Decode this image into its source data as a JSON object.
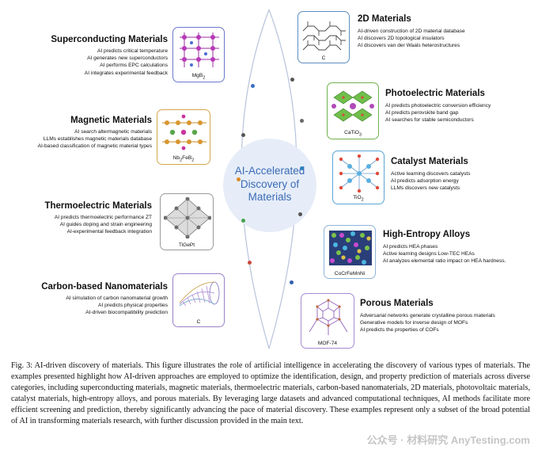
{
  "center": {
    "line1": "AI-Accelerated",
    "line2": "Discovery of",
    "line3": "Materials"
  },
  "left": [
    {
      "title": "Superconducting Materials",
      "bullets": [
        "AI predicts critical temperature",
        "AI generates new superconductors",
        "AI performs EPC calculations",
        "AI integrates experimental feedback"
      ],
      "label": "MgB",
      "sub": "2",
      "color": "#6b78c9"
    },
    {
      "title": "Magnetic Materials",
      "bullets": [
        "AI search altermagnetic materials",
        "LLMs establishes magnetic materials database",
        "AI-based classification of magnetic material types"
      ],
      "label": "Nb",
      "sub": "2",
      "label2": "FeB",
      "sub2": "2",
      "color": "#d4a84a"
    },
    {
      "title": "Thermoelectric Materials",
      "bullets": [
        "AI predicts thermoelectric performance ZT",
        "AI guides doping and strain engineering",
        "AI-experimental feedback integration"
      ],
      "label": "TiGePt",
      "color": "#9a9a9a"
    },
    {
      "title": "Carbon-based Nanomaterials",
      "bullets": [
        "AI simulation of carbon nanomaterial growth",
        "AI predicts physical properties",
        "AI-driven biocompatibility prediction"
      ],
      "label": "C",
      "color": "#9b82c9"
    }
  ],
  "right": [
    {
      "title": "2D Materials",
      "bullets": [
        "AI-driven construction of 2D material database",
        "AI discovers 2D topological insulators",
        "AI discovers van der Waals heterostructures"
      ],
      "label": "C",
      "color": "#5e8ec2"
    },
    {
      "title": "Photoelectric Materials",
      "bullets": [
        "AI predicts photoelectric conversion efficiency",
        "AI predicts perovskite band gap",
        "AI searches for stable semiconductors"
      ],
      "label": "CaTiO",
      "sub": "3",
      "color": "#6fb24c"
    },
    {
      "title": "Catalyst Materials",
      "bullets": [
        "Active learning discovers catalysts",
        "AI predicts adsorption energy",
        "LLMs discovers new catalysts"
      ],
      "label": "TiO",
      "sub": "2",
      "color": "#5aa6d6"
    },
    {
      "title": "High-Entropy Alloys",
      "bullets": [
        "AI predicts HEA phases",
        "Active learning designs Low-TEC HEAs",
        "AI analyzes elemental ratio impact on HEA hardness."
      ],
      "label": "CoCrFeMnNi",
      "color": "#8fb6d8"
    },
    {
      "title": "Porous Materials",
      "bullets": [
        "Adversarial networks generate crystalline porous materials",
        "Generative models for inverse design of MOFs",
        "AI predicts the properties of COFs"
      ],
      "label": "MOF-74",
      "color": "#a58bd0"
    }
  ],
  "dot_colors": [
    "#3a6fc4",
    "#555555",
    "#d98a1e",
    "#47a34a",
    "#c94a3c",
    "#555555",
    "#6a6a6a",
    "#2e7fbd",
    "#555555",
    "#2f5fae"
  ],
  "caption": "Fig. 3: AI-driven discovery of materials. This figure illustrates the role of artificial intelligence in accelerating the discovery of various types of materials. The examples presented highlight how AI-driven approaches are employed to optimize the identification, design, and property prediction of materials across diverse categories, including superconducting materials, magnetic materials, thermoelectric materials, carbon-based nanomaterials, 2D materials, photovoltaic materials, catalyst materials, high-entropy alloys, and porous materials. By leveraging large datasets and advanced computational techniques, AI methods facilitate more efficient screening and prediction, thereby significantly advancing the pace of material discovery. These examples represent only a subset of the broad potential of AI in transforming materials research, with further discussion provided in the main text.",
  "watermark": "公众号 · 材料研究 AnyTesting.com"
}
